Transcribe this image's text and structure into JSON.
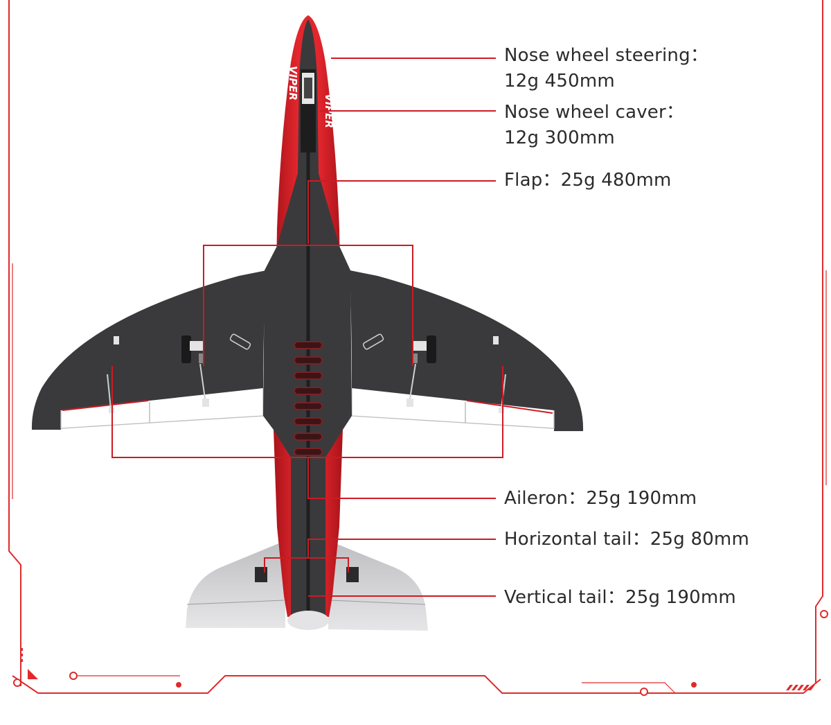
{
  "brand": {
    "fuselage_text": "VIPER"
  },
  "colors": {
    "accent": "#cc1b24",
    "body_dark": "#3a3a3c",
    "body_red": "#d81f26",
    "tail_grey": "#cfcfd1",
    "text": "#2b2b2b"
  },
  "callouts": [
    {
      "line1": "Nose wheel steering：",
      "line2": "12g  450mm"
    },
    {
      "line1": "Nose wheel caver：",
      "line2": "12g  300mm"
    },
    {
      "line1": "Flap：25g  480mm",
      "line2": ""
    },
    {
      "line1": "Aileron：25g  190mm",
      "line2": ""
    },
    {
      "line1": "Horizontal tail：25g  80mm",
      "line2": ""
    },
    {
      "line1": "Vertical tail：25g  190mm",
      "line2": ""
    }
  ]
}
